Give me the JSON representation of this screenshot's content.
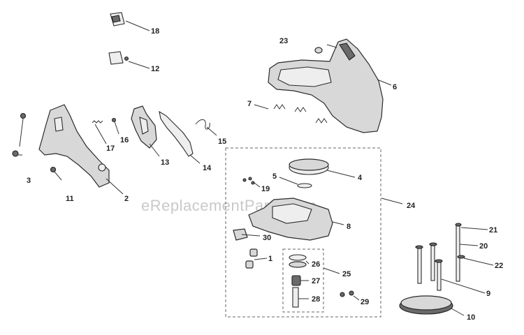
{
  "watermark": "eReplacementParts.com",
  "callouts": {
    "c1": "1",
    "c2": "2",
    "c3": "3",
    "c4": "4",
    "c5": "5",
    "c6": "6",
    "c7": "7",
    "c8": "8",
    "c9": "9",
    "c10": "10",
    "c11": "11",
    "c12": "12",
    "c13": "13",
    "c14": "14",
    "c15": "15",
    "c16": "16",
    "c17": "17",
    "c18": "18",
    "c19": "19",
    "c20": "20",
    "c21": "21",
    "c22": "22",
    "c23": "23",
    "c24": "24",
    "c25": "25",
    "c26": "26",
    "c27": "27",
    "c28": "28",
    "c29": "29",
    "c30": "30"
  }
}
